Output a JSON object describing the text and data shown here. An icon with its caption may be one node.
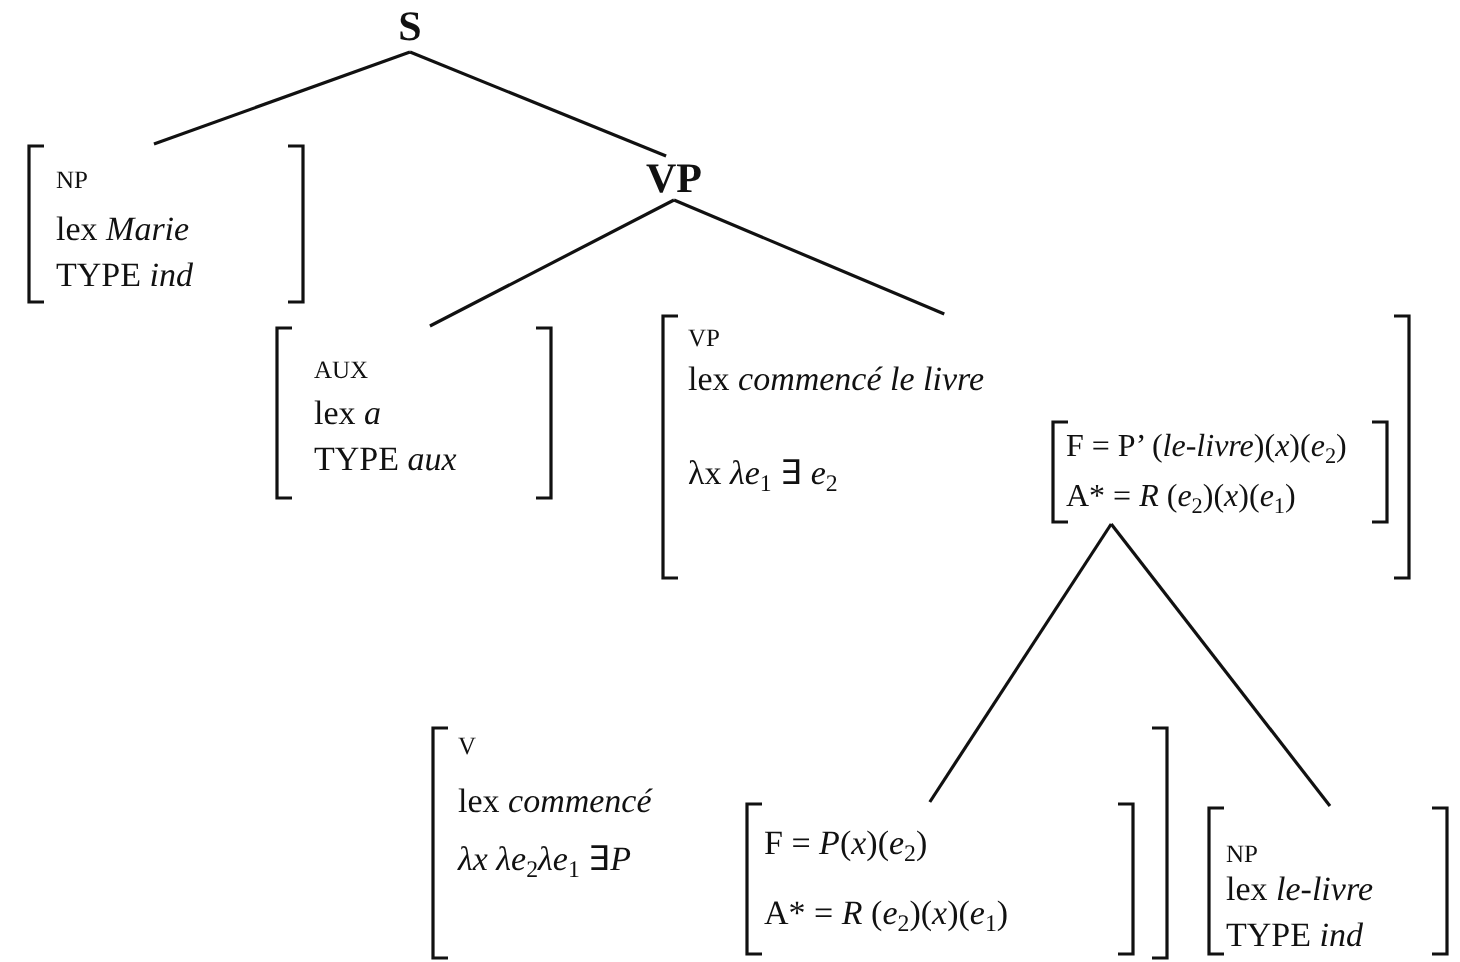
{
  "diagram": {
    "nodes": [
      {
        "text": [
          "S"
        ]
      },
      {
        "text": [
          "NP",
          "lex *Marie*",
          "TYPE *ind*"
        ]
      },
      {
        "text": [
          "VP"
        ]
      },
      {
        "text": [
          "AUX",
          "lex *a*",
          "TYPE *aux*"
        ]
      },
      {
        "text": [
          "VP",
          "lex *commencé le livre*",
          "λx *λe*$_{1}$ ∃ *e*$_{2}$"
        ]
      },
      {
        "text": [
          "F = P’ (*le-livre*)(*x*)(*e*$_{2}$)",
          "A* = *R* (*e*$_{2}$)(*x*)(*e*$_{1}$)"
        ],
        "in": 4
      },
      {
        "text": [
          "V",
          "lex *commencé*",
          "*λx λe*$_{2}$*λe*$_{1}$ ∃*P*"
        ]
      },
      {
        "text": [
          "F = *P*(*x*)(*e*$_{2}$)",
          "A* = *R* (*e*$_{2}$)(*x*)(*e*$_{1}$)"
        ],
        "in": 6
      },
      {
        "text": [
          "NP",
          "lex *le-livre*",
          "TYPE *ind*"
        ]
      }
    ],
    "edges": [
      {
        "from": 0,
        "to": 1,
        "arrow": "none"
      },
      {
        "from": 0,
        "to": 2,
        "arrow": "none"
      },
      {
        "from": 2,
        "to": 3,
        "arrow": "none"
      },
      {
        "from": 2,
        "to": 4,
        "arrow": "none"
      },
      {
        "from": 5,
        "to": 7,
        "arrow": "none"
      },
      {
        "from": 5,
        "to": 8,
        "arrow": "none"
      }
    ]
  }
}
